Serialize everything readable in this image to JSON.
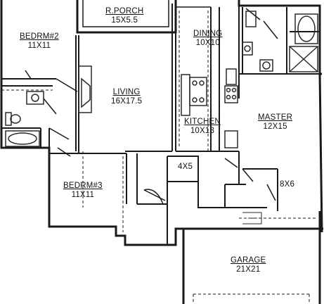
{
  "colors": {
    "wall": "#1a1a1a",
    "fixture": "#2a2a2a",
    "background": "#ffffff"
  },
  "rooms": [
    {
      "id": "rporch",
      "name": "R.PORCH",
      "dims": "15X5.5"
    },
    {
      "id": "bedrm2",
      "name": "BEDRM#2",
      "dims": "11X11"
    },
    {
      "id": "dining",
      "name": "DINING",
      "dims": "10X10"
    },
    {
      "id": "living",
      "name": "LIVING",
      "dims": "16X17.5"
    },
    {
      "id": "master",
      "name": "MASTER",
      "dims": "12X15"
    },
    {
      "id": "kitchen",
      "name": "KITCHEN",
      "dims": "10X13"
    },
    {
      "id": "closet4x5",
      "name": "",
      "dims": "4X5"
    },
    {
      "id": "closet8x6",
      "name": "",
      "dims": "8X6"
    },
    {
      "id": "bedrm3",
      "name": "BEDRM#3",
      "dims": "11X11"
    },
    {
      "id": "garage",
      "name": "GARAGE",
      "dims": "21X21"
    }
  ],
  "fixtures": [
    "sink-icon",
    "toilet-icon",
    "bathtub-icon",
    "stove-icon",
    "fireplace-icon",
    "shower-icon"
  ]
}
